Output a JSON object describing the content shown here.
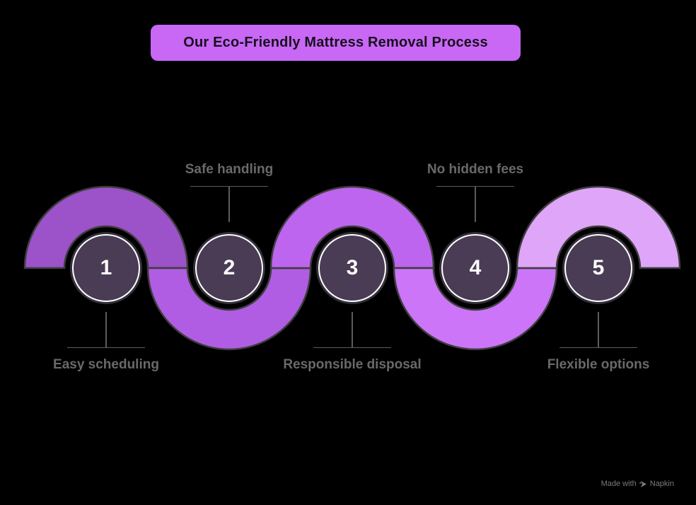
{
  "title": "Our Eco-Friendly Mattress Removal Process",
  "colors": {
    "background": "#000000",
    "banner_bg": "#c868f5",
    "banner_text": "#17101d",
    "arc_stroke": "#3d3d3d",
    "circle_fill": "#4a3c55",
    "circle_border": "#ffffff",
    "number_text": "#ffffff",
    "label_text": "#696969",
    "connector_line": "#5c5c5c",
    "watermark_text": "#7a7a7a"
  },
  "steps": [
    {
      "number": "1",
      "label": "Easy scheduling",
      "label_position": "below",
      "arc_color": "#9c52c8"
    },
    {
      "number": "2",
      "label": "Safe handling",
      "label_position": "above",
      "arc_color": "#b05de4"
    },
    {
      "number": "3",
      "label": "Responsible disposal",
      "label_position": "below",
      "arc_color": "#bd65ee"
    },
    {
      "number": "4",
      "label": "No hidden fees",
      "label_position": "above",
      "arc_color": "#cc75f8"
    },
    {
      "number": "5",
      "label": "Flexible options",
      "label_position": "below",
      "arc_color": "#dfa5f8"
    }
  ],
  "watermark": {
    "prefix": "Made with",
    "brand": "Napkin"
  }
}
